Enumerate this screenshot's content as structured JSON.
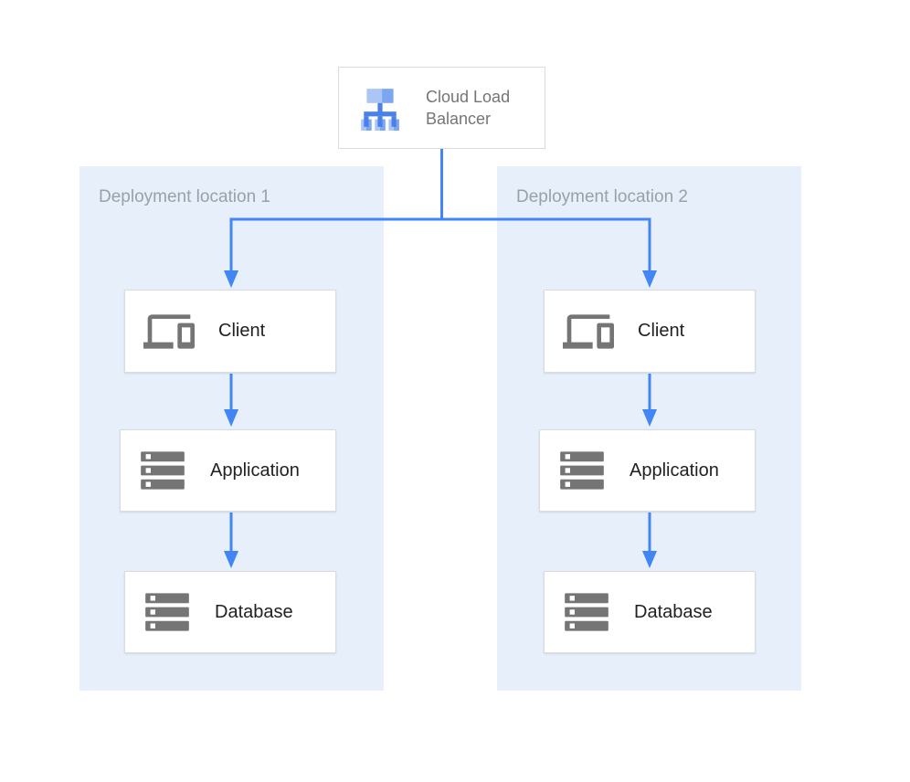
{
  "diagram": {
    "load_balancer": {
      "label": "Cloud Load Balancer",
      "icon": "load-balancer-icon"
    },
    "zones": [
      {
        "label": "Deployment location 1",
        "nodes": [
          {
            "label": "Client",
            "icon": "devices-icon"
          },
          {
            "label": "Application",
            "icon": "server-stack-icon"
          },
          {
            "label": "Database",
            "icon": "server-stack-icon"
          }
        ]
      },
      {
        "label": "Deployment location 2",
        "nodes": [
          {
            "label": "Client",
            "icon": "devices-icon"
          },
          {
            "label": "Application",
            "icon": "server-stack-icon"
          },
          {
            "label": "Database",
            "icon": "server-stack-icon"
          }
        ]
      }
    ],
    "connections": [
      "Cloud Load Balancer -> Client (Deployment location 1)",
      "Cloud Load Balancer -> Client (Deployment location 2)",
      "Client -> Application (Deployment location 1)",
      "Application -> Database (Deployment location 1)",
      "Client -> Application (Deployment location 2)",
      "Application -> Database (Deployment location 2)"
    ]
  },
  "colors": {
    "arrow": "#4285f4",
    "zone_bg": "#e6effa",
    "zone_label": "#9aa0a6",
    "box_border": "#d9dbde",
    "node_text": "#212121",
    "lb_text": "#757575",
    "icon_gray": "#757575",
    "lb_light": "#a9c6f7",
    "lb_medium": "#7aa6f2",
    "lb_dark": "#4a80e8"
  }
}
